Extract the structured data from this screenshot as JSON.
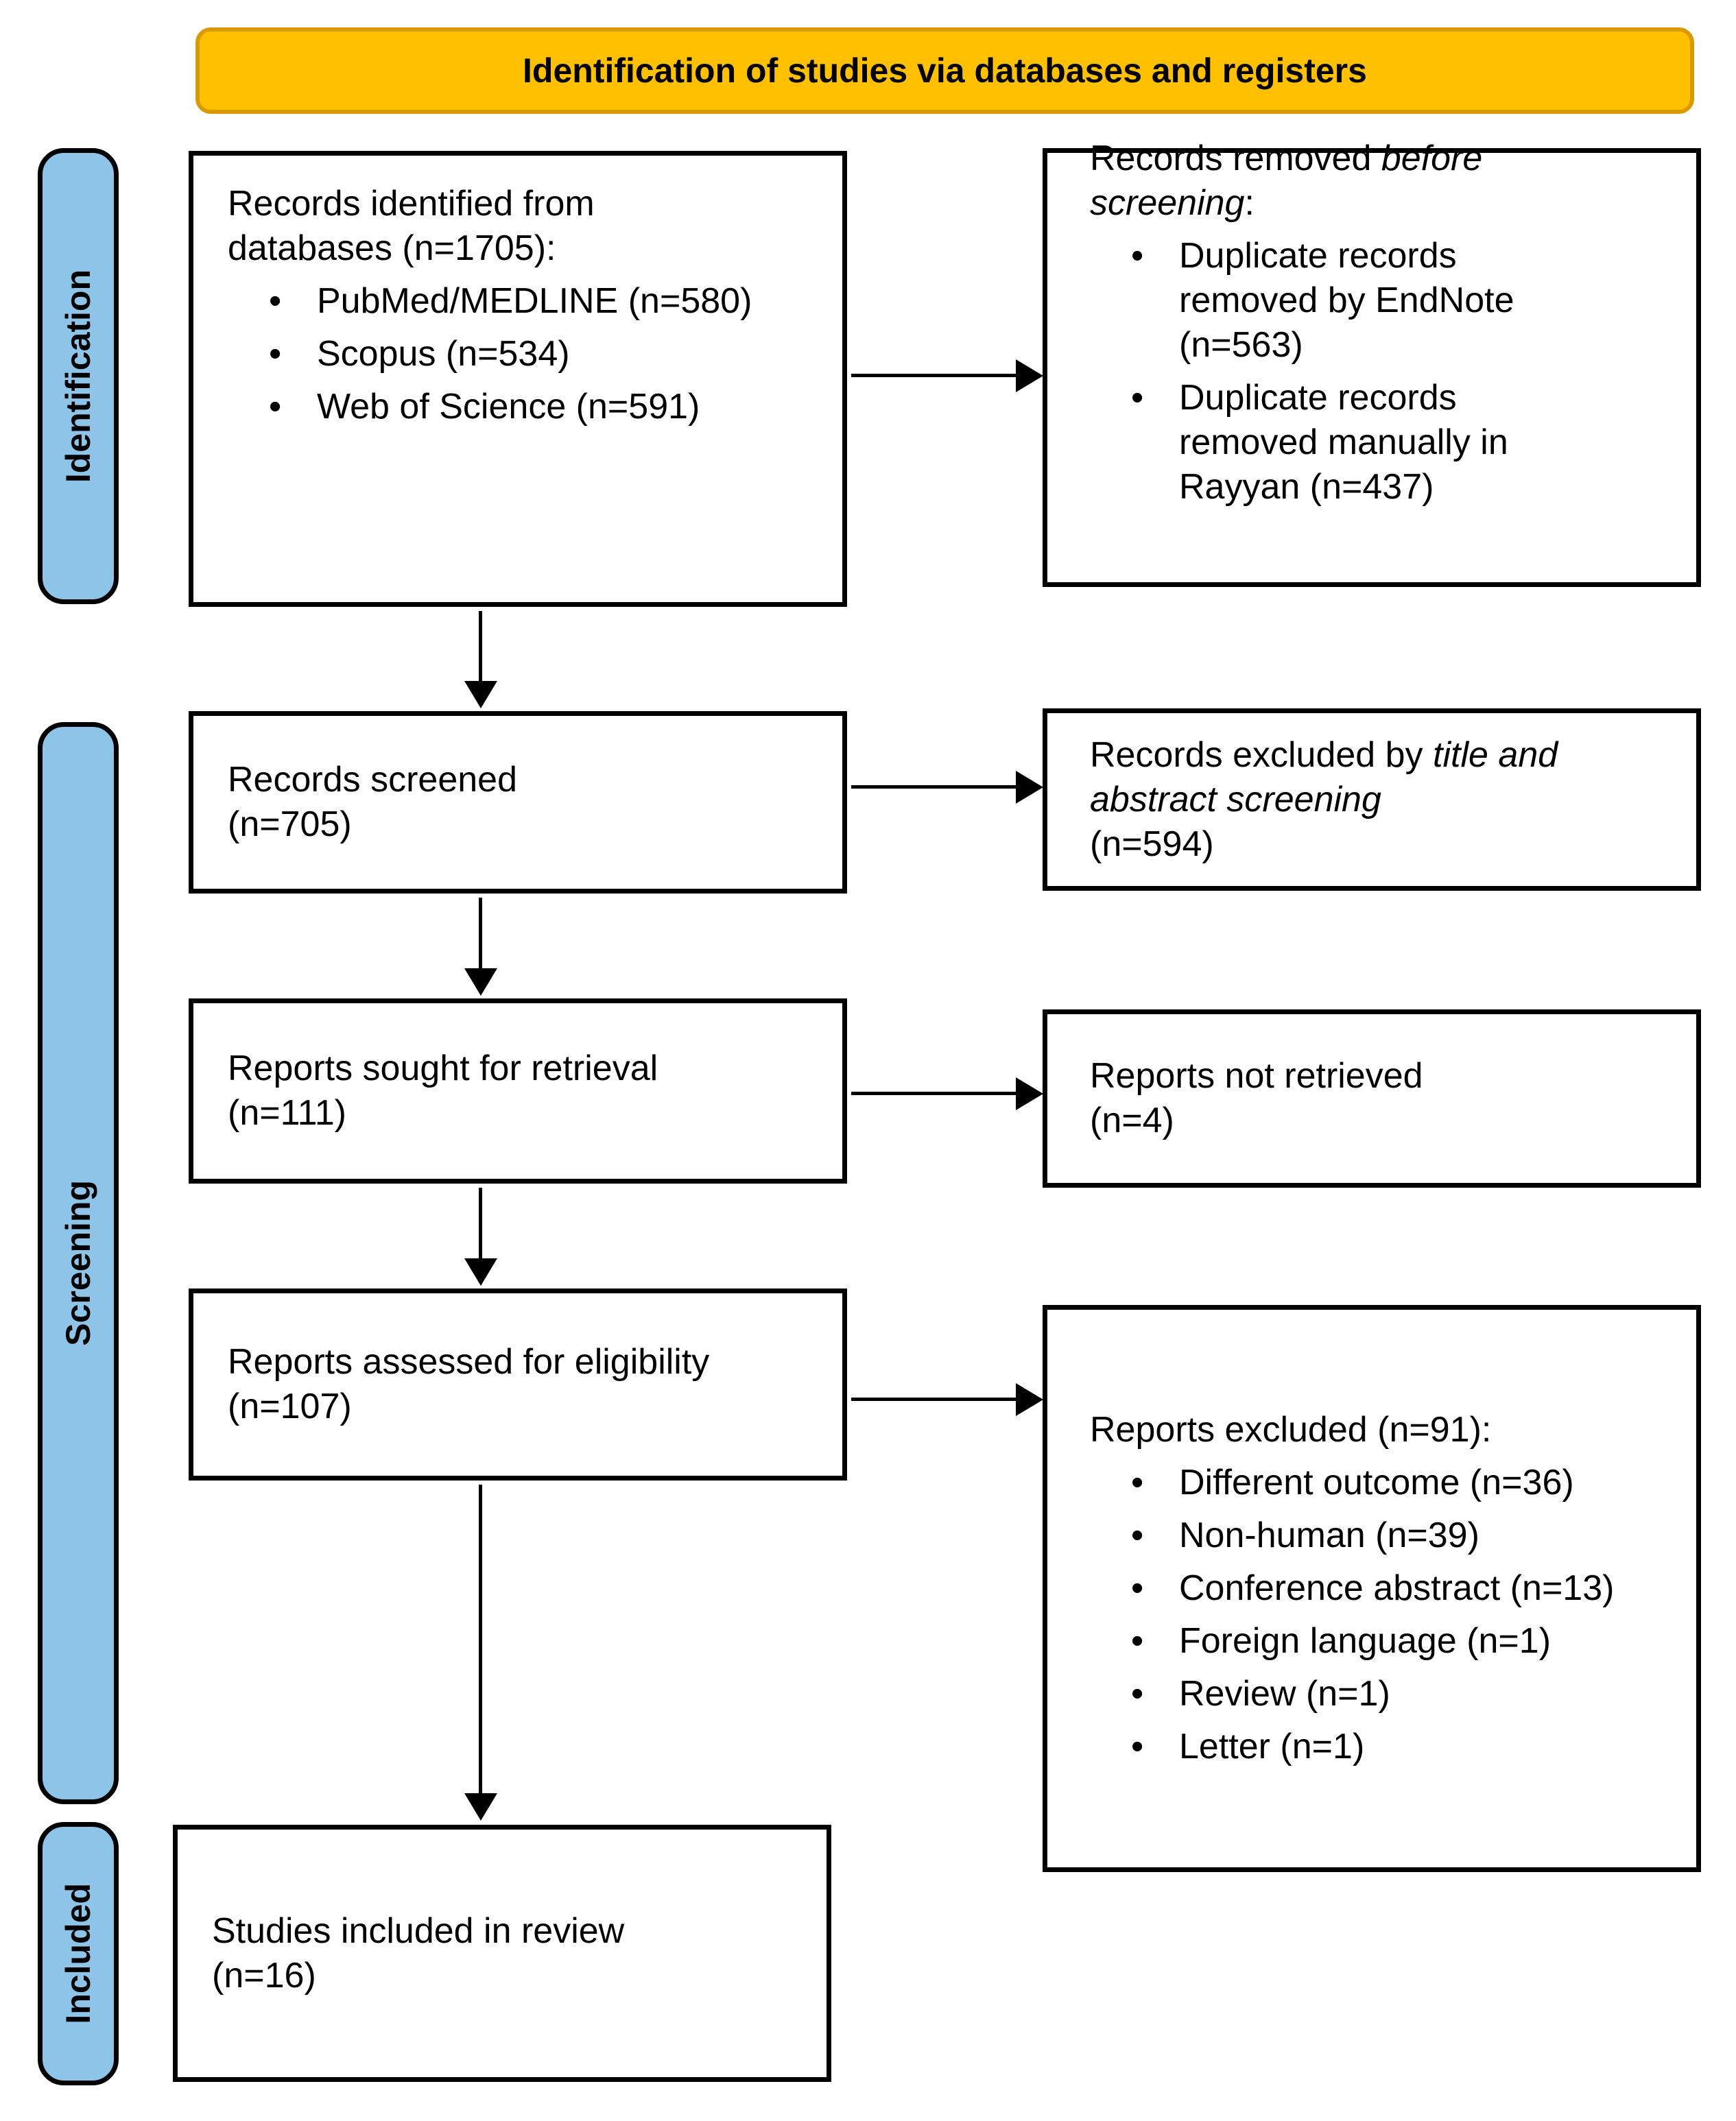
{
  "banner": {
    "label": "Identification of studies via databases and registers"
  },
  "stages": [
    {
      "label": "Identification"
    },
    {
      "label": "Screening"
    },
    {
      "label": "Included"
    }
  ],
  "boxes": {
    "records_identified": {
      "heading_line1": "Records identified from",
      "heading_line2": "databases (n=1705):",
      "bullets": [
        "PubMed/MEDLINE (n=580)",
        "Scopus (n=534)",
        "Web of Science (n=591)"
      ]
    },
    "records_removed": {
      "line1_normal": "Records removed ",
      "line1_italic": "before",
      "line2_italic": "screening",
      "line2_normal": ":",
      "bullets": [
        "Duplicate records removed by EndNote (n=563)",
        "Duplicate records removed manually in Rayyan (n=437)"
      ]
    },
    "records_screened": {
      "line1": "Records screened",
      "line2": "(n=705)"
    },
    "records_excluded": {
      "normal": "Records excluded by ",
      "italic": "title and abstract screening",
      "count_line": "(n=594)"
    },
    "reports_sought": {
      "line1": "Reports sought for retrieval",
      "line2": "(n=111)"
    },
    "reports_not_retrieved": {
      "line1": "Reports not retrieved",
      "line2": "(n=4)"
    },
    "reports_assessed": {
      "line1": "Reports assessed for eligibility",
      "line2": "(n=107)"
    },
    "reports_excluded": {
      "heading": "Reports excluded (n=91):",
      "bullets": [
        "Different outcome (n=36)",
        "Non-human (n=39)",
        "Conference abstract (n=13)",
        "Foreign language (n=1)",
        "Review (n=1)",
        "Letter (n=1)"
      ]
    },
    "studies_included": {
      "line1": "Studies included in review",
      "line2": "(n=16)"
    }
  },
  "colors": {
    "banner_fill": "#FFC000",
    "banner_border": "#D99A00",
    "stage_fill": "#8FC4E9",
    "outline": "#000000"
  }
}
